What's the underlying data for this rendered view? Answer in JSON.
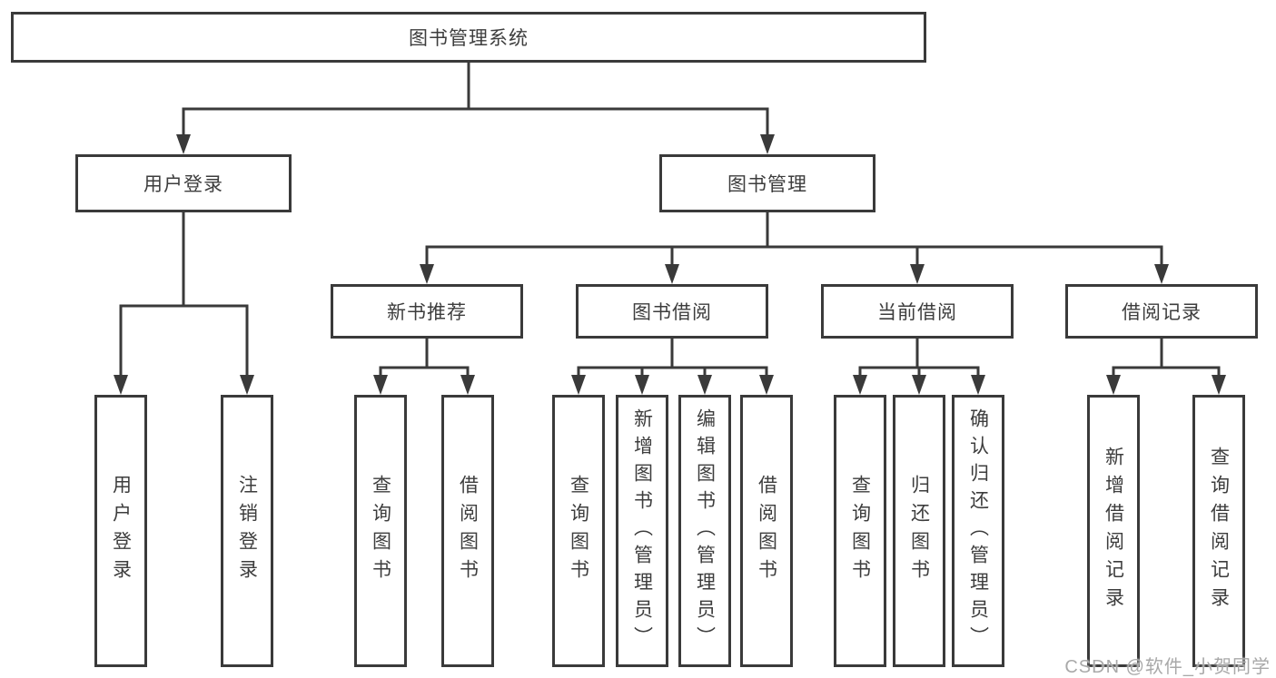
{
  "tree": {
    "root": {
      "label": "图书管理系统",
      "children": [
        {
          "label": "用户登录",
          "children": [
            {
              "label": "用户登录"
            },
            {
              "label": "注销登录"
            }
          ]
        },
        {
          "label": "图书管理",
          "children": [
            {
              "label": "新书推荐",
              "children": [
                {
                  "label": "查询图书"
                },
                {
                  "label": "借阅图书"
                }
              ]
            },
            {
              "label": "图书借阅",
              "children": [
                {
                  "label": "查询图书"
                },
                {
                  "label": "新增图书（管理员）"
                },
                {
                  "label": "编辑图书（管理员）"
                },
                {
                  "label": "借阅图书"
                }
              ]
            },
            {
              "label": "当前借阅",
              "children": [
                {
                  "label": "查询图书"
                },
                {
                  "label": "归还图书"
                },
                {
                  "label": "确认归还（管理员）"
                }
              ]
            },
            {
              "label": "借阅记录",
              "children": [
                {
                  "label": "新增借阅记录"
                },
                {
                  "label": "查询借阅记录"
                }
              ]
            }
          ]
        }
      ]
    }
  },
  "watermark": {
    "text": "CSDN @软件_小贺同学",
    "color": "#a9a9a9"
  },
  "colors": {
    "line": "#3a3a3a",
    "border": "#3a3a3a",
    "text": "#3d3d3d",
    "background": "#ffffff"
  }
}
